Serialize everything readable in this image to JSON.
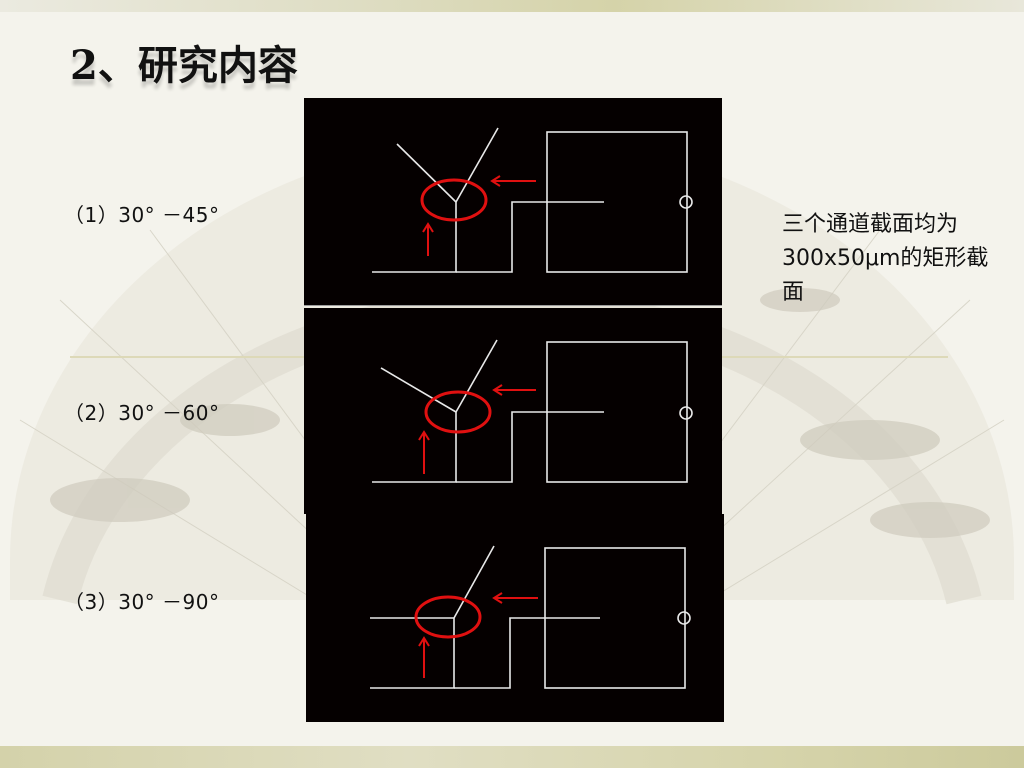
{
  "slide": {
    "title": "2、研究内容",
    "labels": [
      "（1）30° －45°",
      "（2）30° －60°",
      "（3）30° －90°"
    ],
    "note": "三个通道截面均为300x50μm的矩形截面"
  },
  "colors": {
    "panel_bg": "#050000",
    "line": "#e8e8e8",
    "highlight": "#e01010",
    "background": "#f4f3ec"
  }
}
